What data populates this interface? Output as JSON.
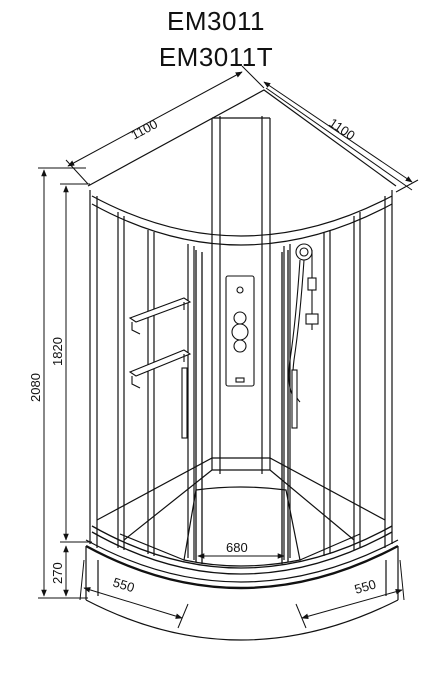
{
  "models": [
    "EM3011",
    "EM3011T"
  ],
  "dimensions": {
    "width_left": "1100",
    "width_right": "1100",
    "total_height": "2080",
    "cabin_height": "1820",
    "tray_height": "270",
    "tray_side_left": "550",
    "tray_side_right": "550",
    "door_opening": "680"
  }
}
